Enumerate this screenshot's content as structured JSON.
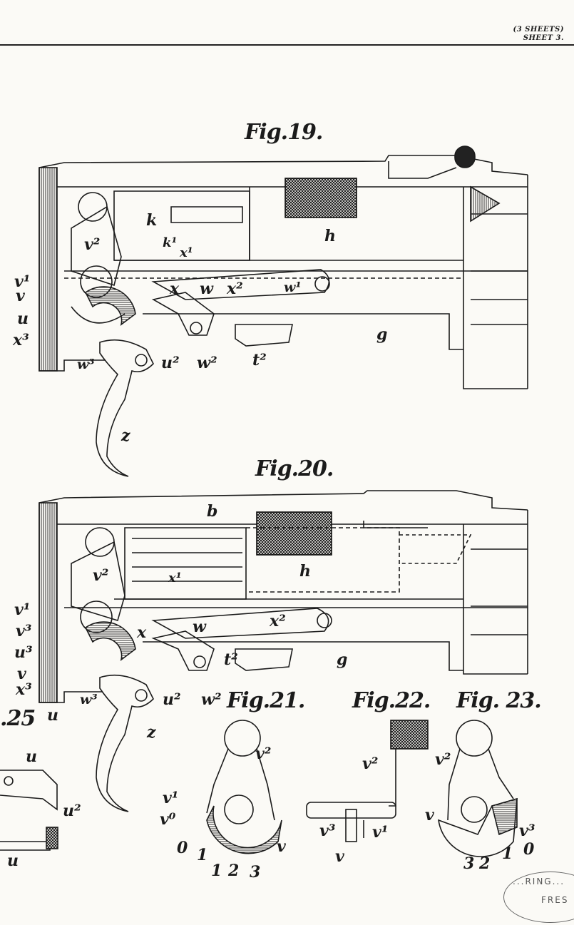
{
  "header": {
    "line1": "(3 SHEETS)",
    "line2": "SHEET 3."
  },
  "figures": {
    "fig19": {
      "caption": "Fig.19.",
      "labels": {
        "k": "k",
        "k1": "k¹",
        "x1": "x¹",
        "h": "h",
        "v2": "v²",
        "v1": "v¹",
        "v": "v",
        "x": "x",
        "w": "w",
        "x2": "x²",
        "w1": "w¹",
        "u": "u",
        "x3": "x³",
        "g": "g",
        "w3": "w³",
        "u2": "u²",
        "w2": "w²",
        "t2": "t²",
        "z": "z"
      }
    },
    "fig20": {
      "caption": "Fig.20.",
      "labels": {
        "b": "b",
        "h": "h",
        "v2": "v²",
        "x1": "x¹",
        "v1": "v¹",
        "v3": "v³",
        "x": "x",
        "w": "w",
        "x2": "x²",
        "u3": "u³",
        "v": "v",
        "t2": "t²",
        "g": "g",
        "x3": "x³",
        "w3": "w³",
        "u2": "u²",
        "w2": "w²",
        "u": "u",
        "z": "z"
      }
    },
    "fig21": {
      "caption": "Fig.21.",
      "labels": {
        "v2": "v²",
        "v1": "v¹",
        "v0": "v⁰",
        "o": "0",
        "n1a": "1",
        "n1b": "1",
        "n2": "2",
        "n3": "3",
        "v": "v"
      }
    },
    "fig22": {
      "caption": "Fig.22.",
      "labels": {
        "v2": "v²",
        "v3": "v³",
        "v1": "v¹",
        "v": "v"
      }
    },
    "fig23": {
      "caption": "Fig. 23.",
      "labels": {
        "v2": "v²",
        "v": "v",
        "v3": "v³",
        "o": "0",
        "n1": "1",
        "n2": "2",
        "n3": "3"
      }
    },
    "fig25": {
      "caption": ".25",
      "labels": {
        "u_top": "u",
        "u2": "u²",
        "u_bot": "u"
      }
    }
  },
  "stamp": {
    "line1": "...RING...",
    "line2": "FRES"
  },
  "colors": {
    "ink": "#1b1b1b",
    "paper": "#fbfaf6",
    "hatch": "#555555"
  }
}
